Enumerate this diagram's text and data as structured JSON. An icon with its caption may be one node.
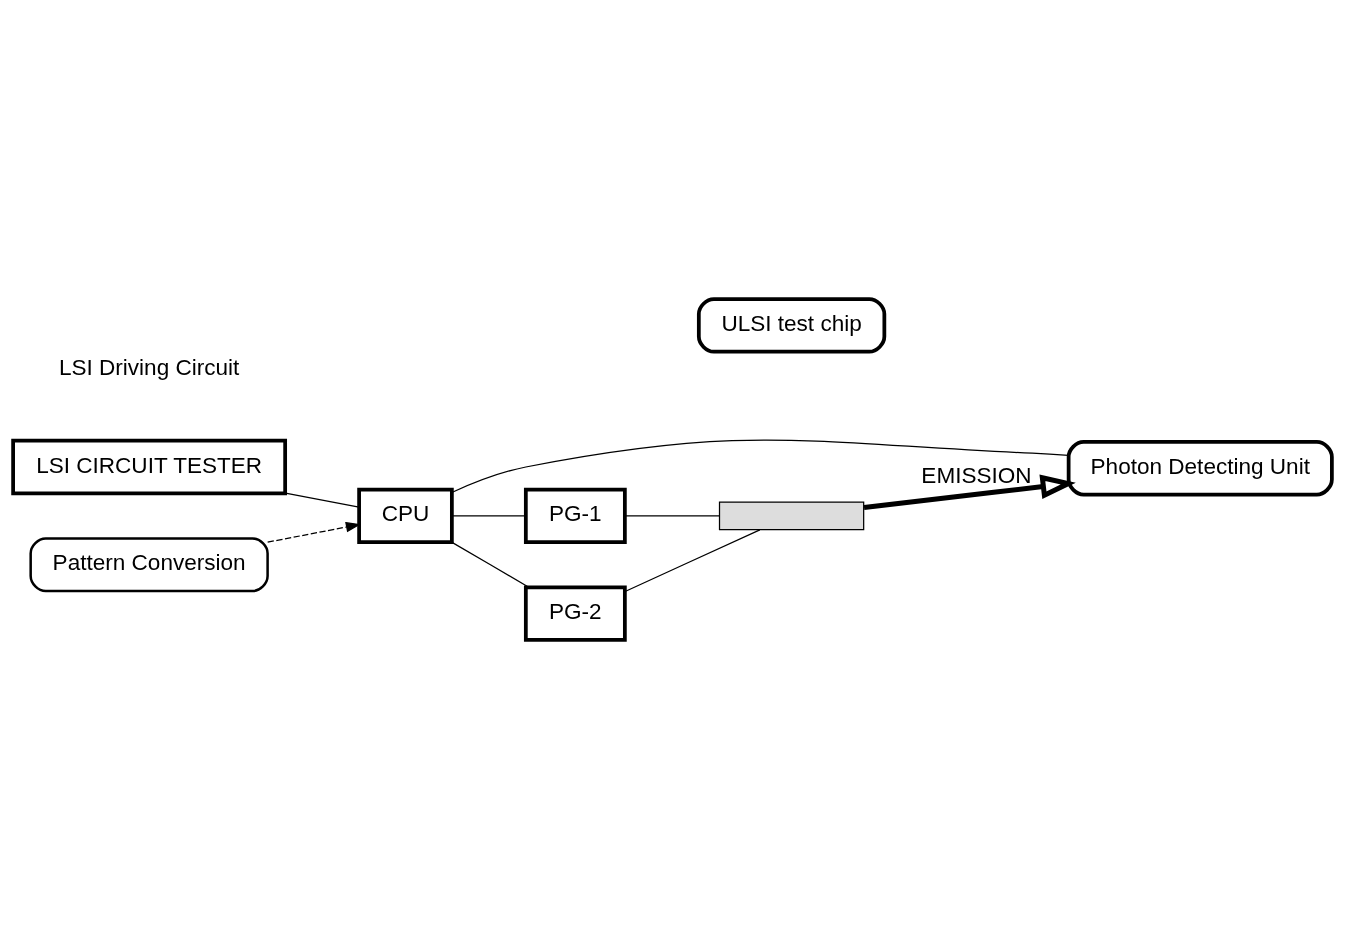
{
  "diagram": {
    "nodes": [
      {
        "text": [
          "Photon Detecting Unit"
        ]
      },
      {
        "text": [
          "LSI CIRCUIT TESTER"
        ]
      },
      {
        "text": [
          "CPU"
        ]
      },
      {
        "text": [
          "PG-1"
        ]
      },
      {
        "text": [
          "PG-2"
        ]
      },
      {
        "text": [],
        "shape": "bar"
      },
      {
        "text": [
          "ULSI test chip"
        ]
      },
      {
        "text": [
          "Pattern Conversion"
        ]
      }
    ],
    "edges": [
      {
        "from": 1,
        "to": 2,
        "arrow": "none"
      },
      {
        "from": 2,
        "to": 0,
        "arrow": "none"
      },
      {
        "from": 2,
        "to": 3,
        "arrow": "none"
      },
      {
        "from": 2,
        "to": 4,
        "arrow": "none"
      },
      {
        "from": 3,
        "to": 5,
        "arrow": "none"
      },
      {
        "from": 4,
        "to": 5,
        "arrow": "none"
      },
      {
        "from": 7,
        "to": 2,
        "arrow": "to",
        "style": "dashed"
      },
      {
        "from": 5,
        "to": 0,
        "arrow": "to",
        "label": "EMISSION",
        "style": "thick"
      }
    ],
    "labels": [
      "LSI Driving Circuit"
    ]
  }
}
